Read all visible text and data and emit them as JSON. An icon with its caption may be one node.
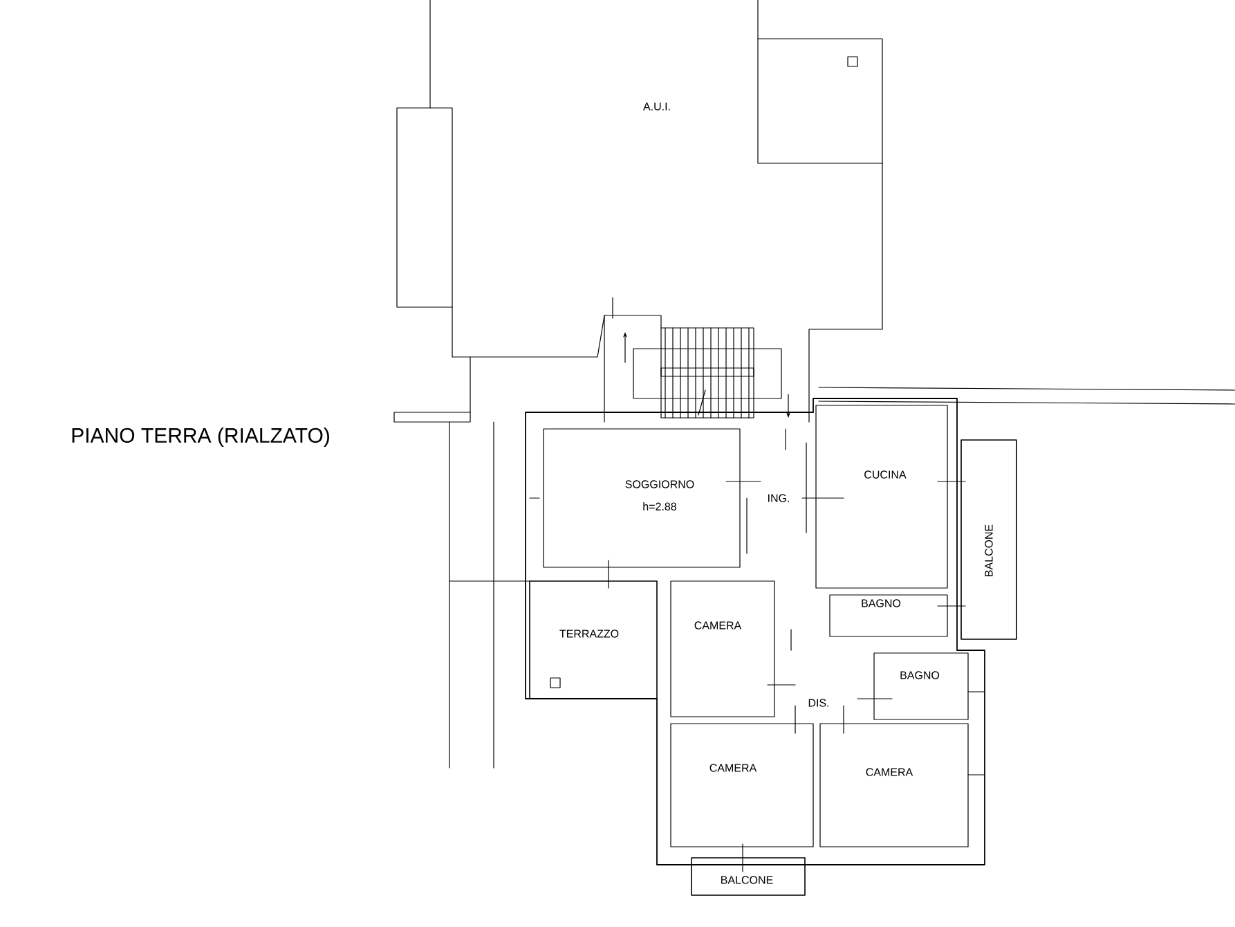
{
  "diagram": {
    "title": "PIANO TERRA (RIALZATO)",
    "labels": [
      "A.U.I.",
      "SOGGIORNO",
      "h=2.88",
      "ING.",
      "CUCINA",
      "BALCONE",
      "BAGNO",
      "TERRAZZO",
      "CAMERA",
      "BAGNO",
      "DIS.",
      "CAMERA",
      "CAMERA",
      "BALCONE"
    ]
  }
}
